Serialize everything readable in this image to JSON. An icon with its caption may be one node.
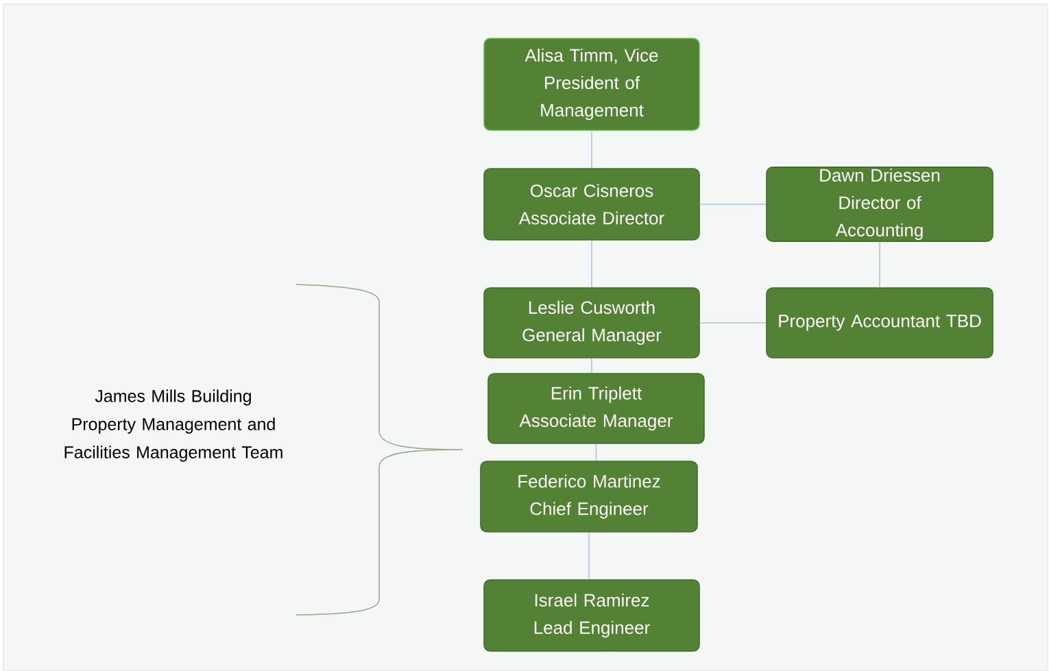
{
  "diagram": {
    "nodes": [
      {
        "text": [
          "Alisa Timm, Vice President of Management"
        ]
      },
      {
        "text": [
          "Oscar Cisneros Associate Director"
        ]
      },
      {
        "text": [
          "Dawn Driessen Director of Accounting"
        ]
      },
      {
        "text": [
          "Leslie Cusworth General Manager"
        ]
      },
      {
        "text": [
          "Property Accountant TBD"
        ]
      },
      {
        "text": [
          "Erin Triplett Associate Manager"
        ]
      },
      {
        "text": [
          "Federico Martinez Chief Engineer"
        ]
      },
      {
        "text": [
          "Israel Ramirez Lead Engineer"
        ]
      }
    ],
    "edges": [
      {
        "from": 0,
        "to": 1,
        "arrow": "none"
      },
      {
        "from": 1,
        "to": 2,
        "arrow": "none"
      },
      {
        "from": 1,
        "to": 3,
        "arrow": "none"
      },
      {
        "from": 2,
        "to": 4,
        "arrow": "none"
      },
      {
        "from": 3,
        "to": 4,
        "arrow": "none"
      },
      {
        "from": 3,
        "to": 5,
        "arrow": "none"
      },
      {
        "from": 5,
        "to": 6,
        "arrow": "none"
      },
      {
        "from": 6,
        "to": 7,
        "arrow": "none"
      }
    ],
    "labels": [
      "James Mills Building Property Management and Facilities Management Team"
    ]
  }
}
